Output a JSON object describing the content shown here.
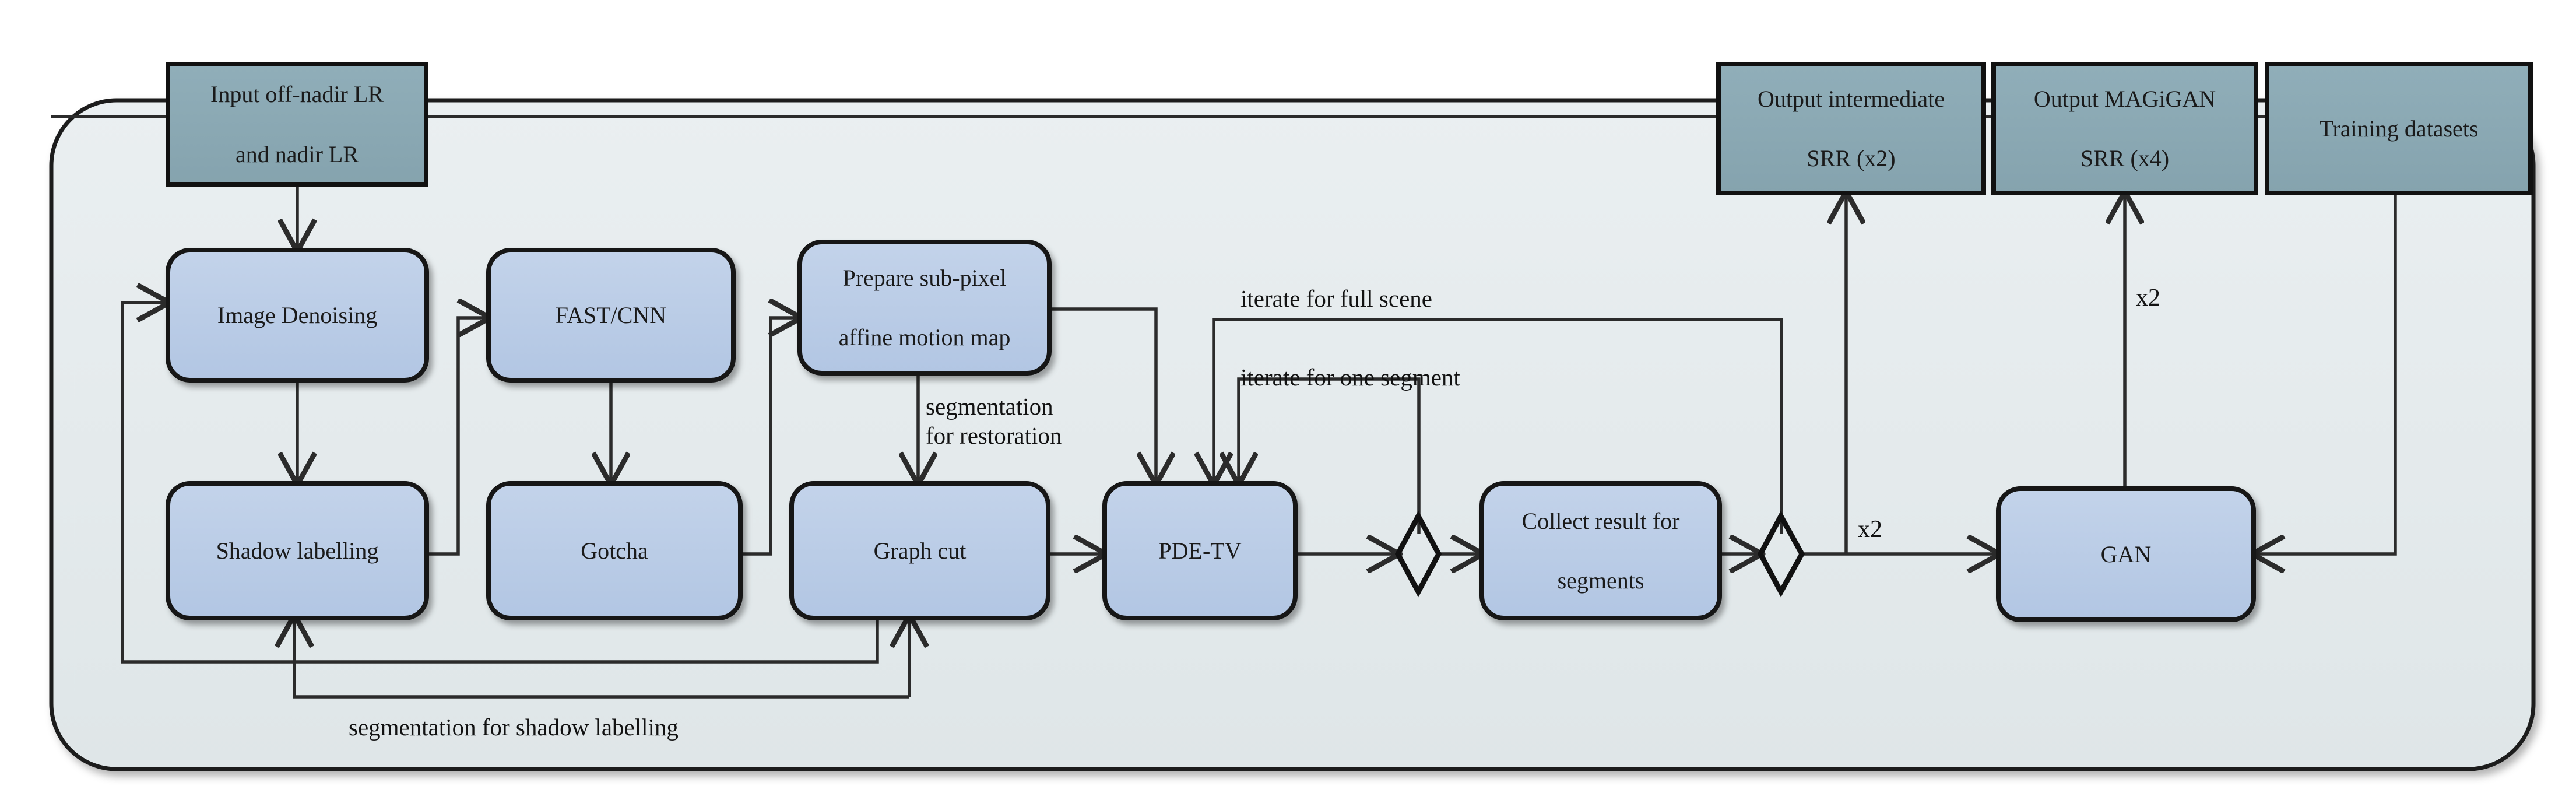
{
  "diagram": {
    "title": "MAGiGAN super-resolution restoration pipeline",
    "colors": {
      "container_fill_top": "#e8edef",
      "container_fill_bottom": "#e2e8ea",
      "container_stroke": "#1b1b1b",
      "io_fill": "#8aa9b4",
      "io_stroke": "#111111",
      "process_fill": "#b9cbe6",
      "process_stroke": "#121212",
      "edge_stroke": "#2b2b2b",
      "text": "#1a1a1a"
    },
    "io_nodes": [
      {
        "id": "input-lr",
        "line1": "Input off-nadir LR",
        "line2": "and nadir LR"
      },
      {
        "id": "output-intermediate-srr",
        "line1": "Output intermediate",
        "line2": "SRR (x2)"
      },
      {
        "id": "output-magigan-srr",
        "line1": "Output MAGiGAN",
        "line2": "SRR (x4)"
      },
      {
        "id": "training-datasets",
        "line1": "Training datasets",
        "line2": ""
      }
    ],
    "process_nodes": [
      {
        "id": "image-denoising",
        "line1": "Image Denoising",
        "line2": ""
      },
      {
        "id": "fast-cnn",
        "line1": "FAST/CNN",
        "line2": ""
      },
      {
        "id": "prepare-motion-map",
        "line1": "Prepare sub-pixel",
        "line2": "affine motion map"
      },
      {
        "id": "shadow-labelling",
        "line1": "Shadow labelling",
        "line2": ""
      },
      {
        "id": "gotcha",
        "line1": "Gotcha",
        "line2": ""
      },
      {
        "id": "graph-cut",
        "line1": "Graph cut",
        "line2": ""
      },
      {
        "id": "pde-tv",
        "line1": "PDE-TV",
        "line2": ""
      },
      {
        "id": "collect-result",
        "line1": "Collect result for",
        "line2": "segments"
      },
      {
        "id": "gan",
        "line1": "GAN",
        "line2": ""
      }
    ],
    "junctions": [
      {
        "id": "junction-segment",
        "shape": "diamond"
      },
      {
        "id": "junction-scene",
        "shape": "diamond"
      }
    ],
    "edge_labels": [
      {
        "id": "segmentation-for-restoration",
        "text": "segmentation\nfor restoration"
      },
      {
        "id": "iterate-for-full-scene",
        "text": "iterate for full scene"
      },
      {
        "id": "iterate-for-one-segment",
        "text": "iterate for one segment"
      },
      {
        "id": "segmentation-for-shadow-labelling",
        "text": "segmentation for shadow labelling"
      }
    ],
    "multiplier_labels": [
      {
        "id": "x2-to-intermediate",
        "text": "x2"
      },
      {
        "id": "x2-to-magigan",
        "text": "x2"
      }
    ]
  }
}
